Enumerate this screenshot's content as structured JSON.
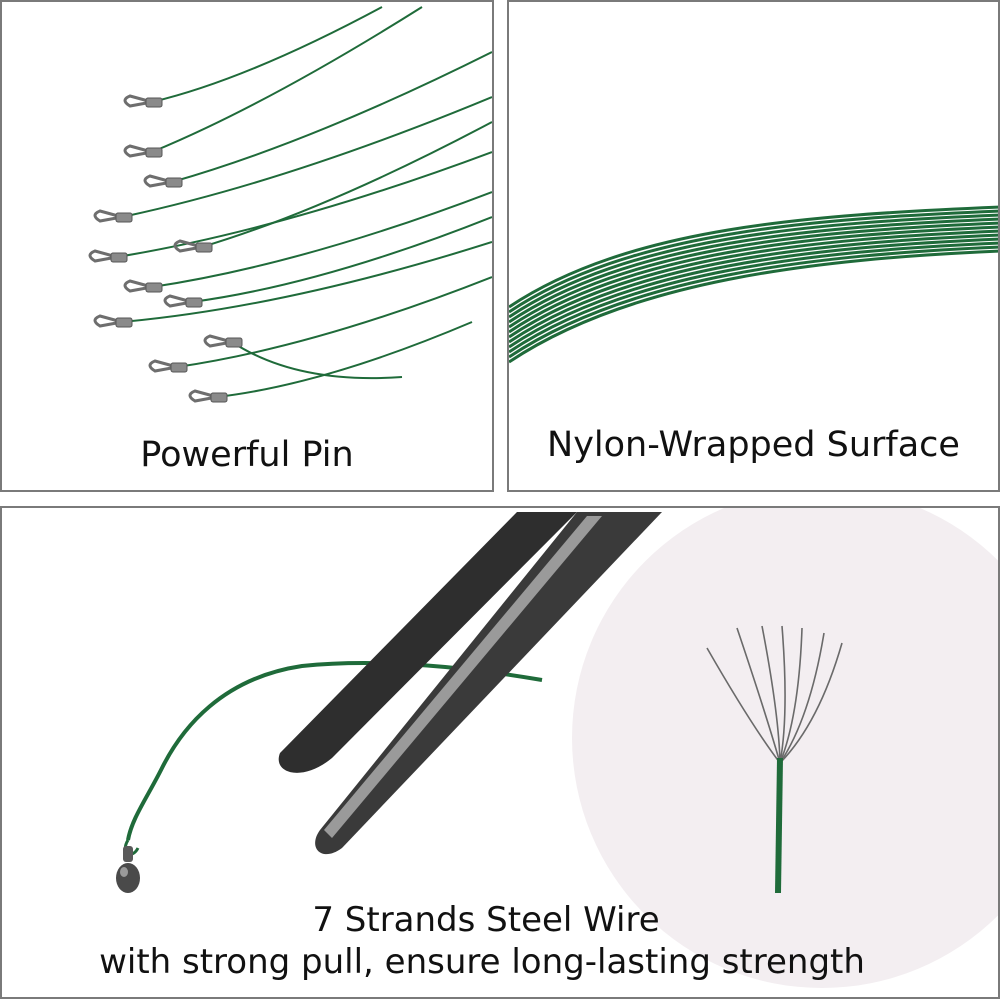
{
  "panels": [
    {
      "caption": "Powerful Pin",
      "image": "green-leader-wires-with-snap-swivels"
    },
    {
      "caption": "Nylon-Wrapped Surface",
      "image": "green-nylon-coated-wires-closeup"
    },
    {
      "caption_line1": "7 Strands Steel Wire",
      "caption_line2": "with strong pull, ensure long-lasting strength",
      "image": "scissors-cutting-wire-and-unwound-strands"
    }
  ],
  "colors": {
    "wire": "#1f6b3a",
    "metal": "#6e6e6e",
    "blade": "#2e2e2e",
    "border": "#7a7a7a"
  }
}
